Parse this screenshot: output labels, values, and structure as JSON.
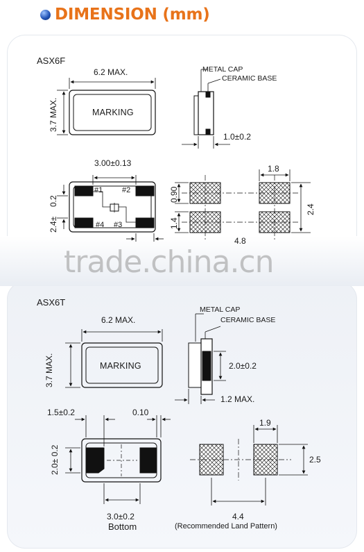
{
  "header": {
    "title": "DIMENSION (mm)"
  },
  "asx6f": {
    "title": "ASX6F",
    "width_max": "6.2 MAX.",
    "height_max": "3.7 MAX.",
    "marking": "MARKING",
    "metal_cap": "METAL CAP",
    "ceramic_base": "CERAMIC BASE",
    "thickness": "1.0±0.2",
    "pad_pitch": "3.00±0.13",
    "pad_gap": "0.2",
    "pad_height": "2.4±",
    "pins": [
      "#1",
      "#2",
      "#4",
      "#3"
    ],
    "land_height_top": "0.90",
    "land_height_bottom": "1.4",
    "land_width": "1.8",
    "land_total": "2.4",
    "land_spacing": "4.8"
  },
  "watermark": "trade.china.cn",
  "asx6t": {
    "title": "ASX6T",
    "width_max": "6.2 MAX.",
    "height_max": "3.7 MAX.",
    "marking": "MARKING",
    "metal_cap": "METAL CAP",
    "ceramic_base": "CERAMIC BASE",
    "side_height": "2.0±0.2",
    "thickness": "1.2 MAX.",
    "pad_width": "1.5±0.2",
    "pad_edge": "0.10",
    "pad_height": "2.0± 0.2",
    "pad_pitch": "3.0±0.2",
    "bottom_label": "Bottom",
    "land_width": "1.9",
    "land_height": "2.5",
    "land_spacing": "4.4",
    "land_caption": "(Recommended Land Pattern)"
  }
}
